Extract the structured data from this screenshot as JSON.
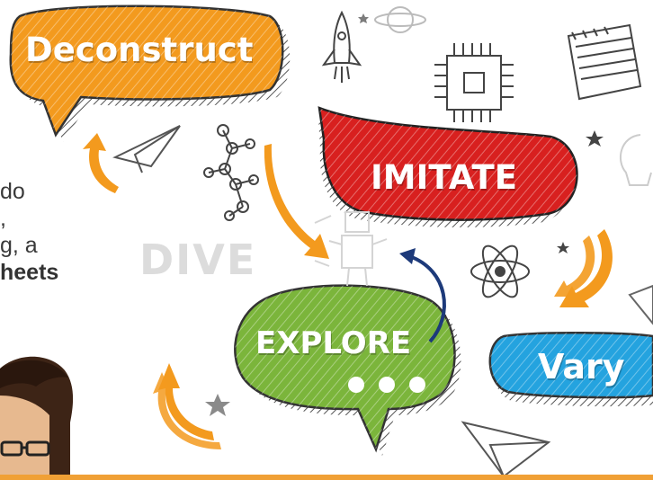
{
  "side_text": {
    "line1": "do",
    "line2": ",",
    "line3": "g, a",
    "line4": "heets"
  },
  "diagram": {
    "watermark": "DIVE",
    "bubbles": [
      {
        "label": "Deconstruct",
        "color": "#f39a1e"
      },
      {
        "label": "IMITATE",
        "color": "#d8201f"
      },
      {
        "label": "EXPLORE",
        "color": "#7bb53b"
      },
      {
        "label": "Vary",
        "color": "#24a3df"
      }
    ],
    "icons": [
      "rocket-icon",
      "planet-icon",
      "microchip-icon",
      "notepad-icon",
      "star-icon",
      "lightbulb-icon",
      "molecule-icon",
      "paper-plane-icon",
      "atom-icon",
      "robot-icon",
      "person-photo"
    ]
  },
  "colors": {
    "arrow_orange": "#f39a1e",
    "arrow_blue": "#1d3a7a",
    "bottom_bar": "#f0a035"
  }
}
